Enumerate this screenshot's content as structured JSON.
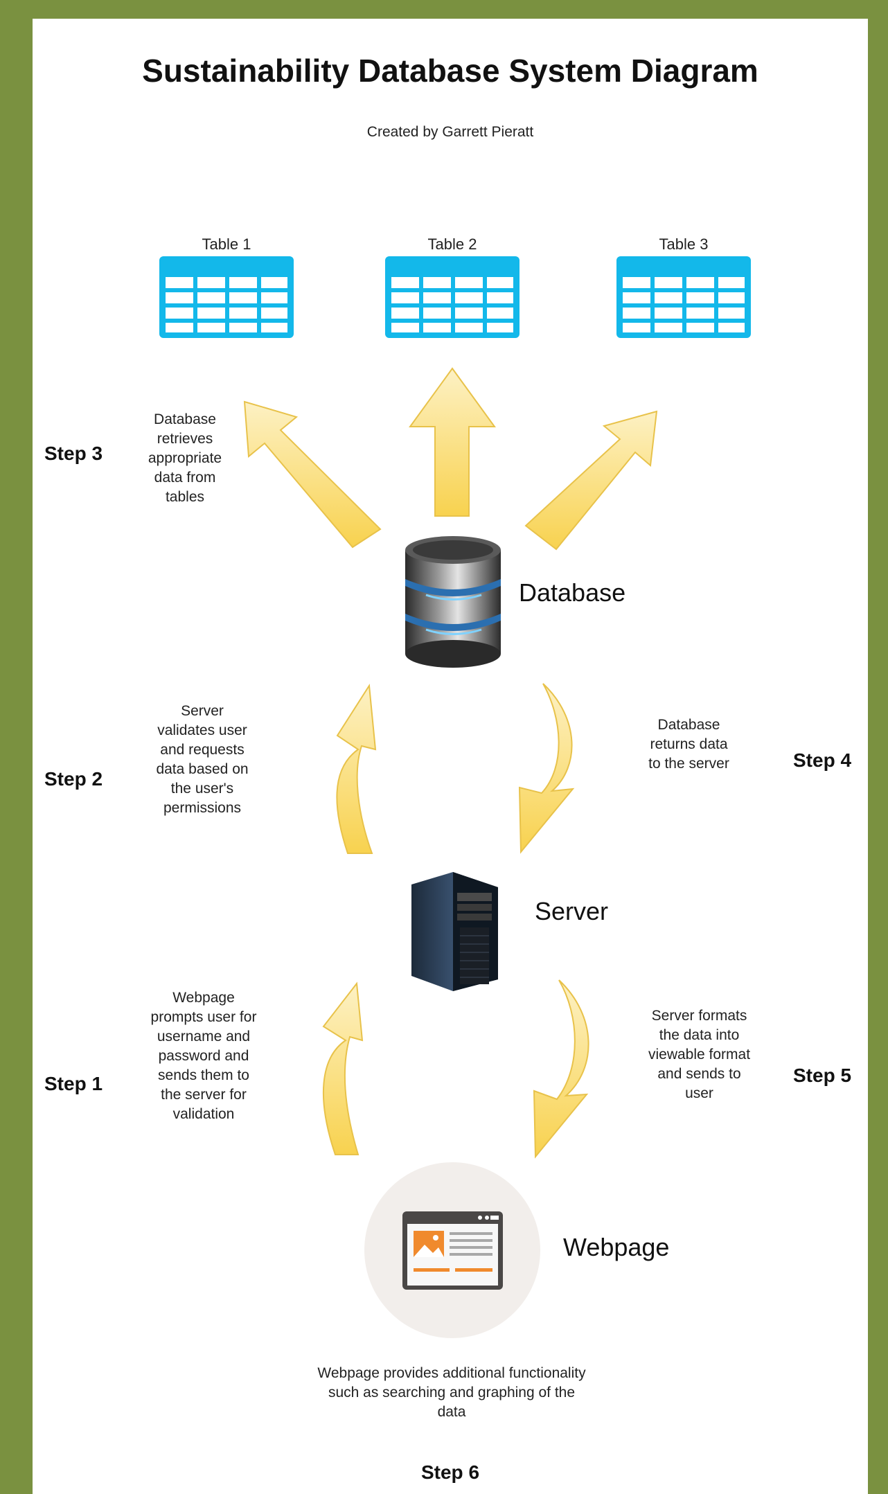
{
  "title": "Sustainability Database System Diagram",
  "subtitle": "Created by Garrett Pieratt",
  "tables": [
    {
      "label": "Table 1"
    },
    {
      "label": "Table 2"
    },
    {
      "label": "Table 3"
    }
  ],
  "nodes": {
    "database": "Database",
    "server": "Server",
    "webpage": "Webpage"
  },
  "steps": [
    {
      "label": "Step 1",
      "text": "Webpage prompts user for username and password and sends them to the server for validation"
    },
    {
      "label": "Step 2",
      "text": "Server validates user and requests data based on the user's permissions"
    },
    {
      "label": "Step 3",
      "text": "Database retrieves appropriate data from tables"
    },
    {
      "label": "Step 4",
      "text": "Database returns data to the server"
    },
    {
      "label": "Step 5",
      "text": "Server formats the data into viewable format and sends to user"
    },
    {
      "label": "Step 6",
      "text": "Webpage provides additional functionality such as searching and graphing of the data"
    }
  ],
  "colors": {
    "frame": "#7a9140",
    "table": "#13b8ea",
    "arrow_fill": "#fbe59a",
    "arrow_stroke": "#e8c24a"
  }
}
